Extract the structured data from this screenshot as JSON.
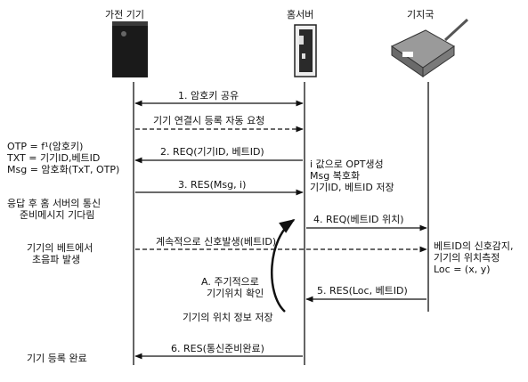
{
  "headers": {
    "device": "가전 기기",
    "server": "홈서버",
    "station": "기지국"
  },
  "left_notes": {
    "otp_line": "OTP = f¹(암호키)",
    "txt_line": "TXT = 기기ID,베트ID",
    "msg_line": "Msg = 암호화(TxT, OTP)",
    "wait_line1": "응답 후 홈 서버의 통신",
    "wait_line2": "준비메시지 기다림",
    "ultra_line1": "기기의 베트에서",
    "ultra_line2": "초음파 발생",
    "done_line": "기기 등록 완료"
  },
  "server_notes": {
    "line1": "i 값으로 OPT생성",
    "line2": "Msg 복호화",
    "line3": "기기ID, 베트ID 저장"
  },
  "station_notes": {
    "line1": "베트ID의 신호감지,",
    "line2": "기기의 위치측정",
    "line3": "Loc = (x, y)"
  },
  "loop": {
    "label_line1": "A. 주기적으로",
    "label_line2": "기기위치 확인",
    "save_label": "기기의 위치 정보 저장"
  },
  "messages": {
    "m1": "1. 암호키 공유",
    "m_auto": "기기 연결시 등록 자동 요청",
    "m2": "2. REQ(기기ID, 베트ID)",
    "m3": "3. RES(Msg, i)",
    "m4": "4. REQ(베트ID 위치)",
    "m_signal": "계속적으로 신호발생(베트ID)",
    "m5": "5. RES(Loc, 베트ID)",
    "m6": "6. RES(통신준비완료)"
  },
  "colors": {
    "ink": "#111111",
    "device_body": "#1a1a1a",
    "station_body": "#8a8a8a"
  },
  "icons": {
    "device": "appliance-icon",
    "server": "home-server-icon",
    "station": "base-station-icon"
  }
}
